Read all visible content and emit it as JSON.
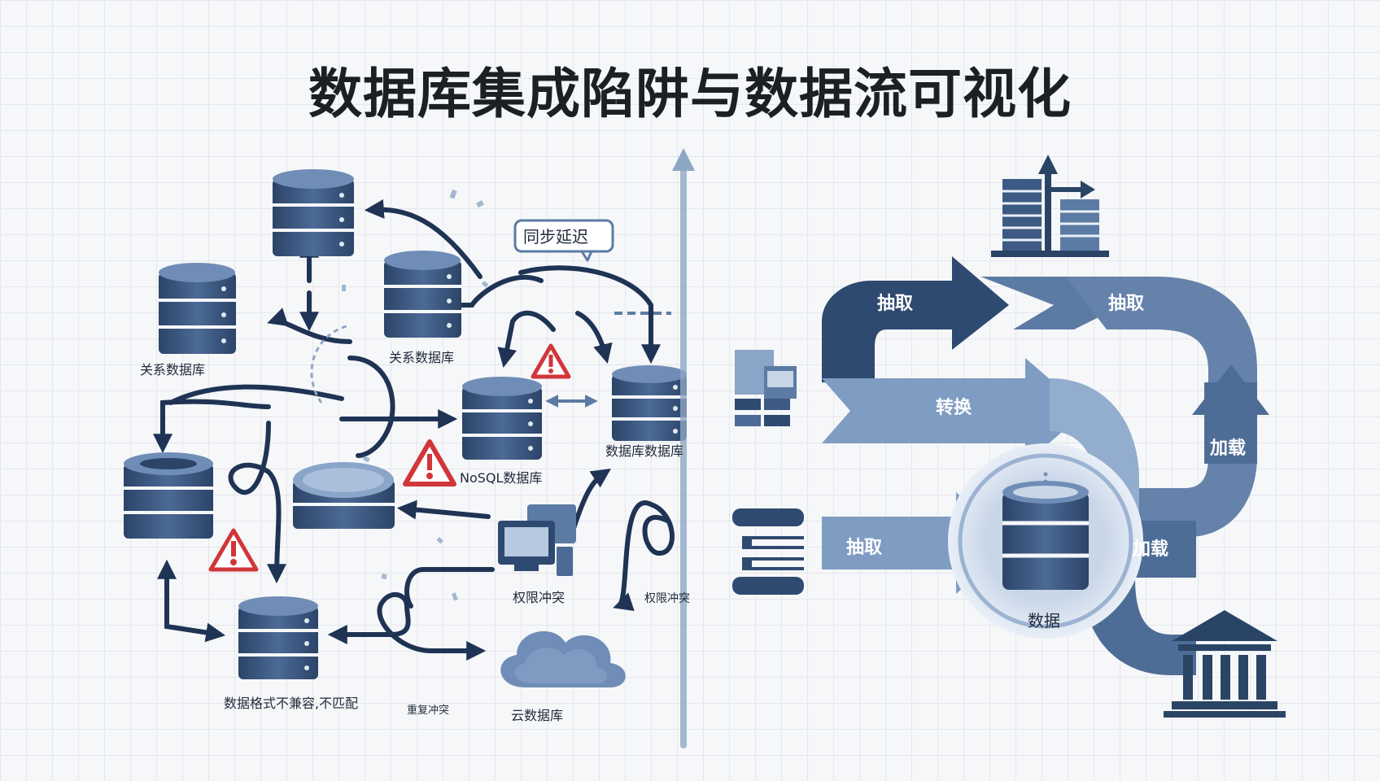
{
  "title": "数据库集成陷阱与数据流可视化",
  "left_panel": {
    "labels": {
      "relational_db_1": "关系数据库",
      "relational_db_2": "关系数据库",
      "nosql_db": "NoSQL数据库",
      "relational_db_3": "数据库数据库",
      "sync_delay": "同步延迟",
      "format_incompatible": "数据格式不兼容,不匹配",
      "permission_conflict_1": "权限冲突",
      "permission_conflict_2": "权限冲突",
      "cloud_db": "云数据库",
      "duplicate_conflict": "重复冲突"
    }
  },
  "right_panel": {
    "labels": {
      "extract_top_left": "抽取",
      "extract_top_right": "抽取",
      "transform": "转换",
      "load_right": "加载",
      "extract_bottom": "抽取",
      "load_bottom": "加载",
      "data_core": "数据"
    }
  },
  "colors": {
    "dark_navy": "#2a4466",
    "mid_blue": "#4e6d96",
    "light_blue": "#7f9cc2",
    "warning_red": "#d0363a"
  },
  "icons": [
    "database-icon",
    "warning-icon",
    "computer-icon",
    "cloud-icon",
    "building-icon",
    "bank-icon",
    "knot-icon"
  ]
}
